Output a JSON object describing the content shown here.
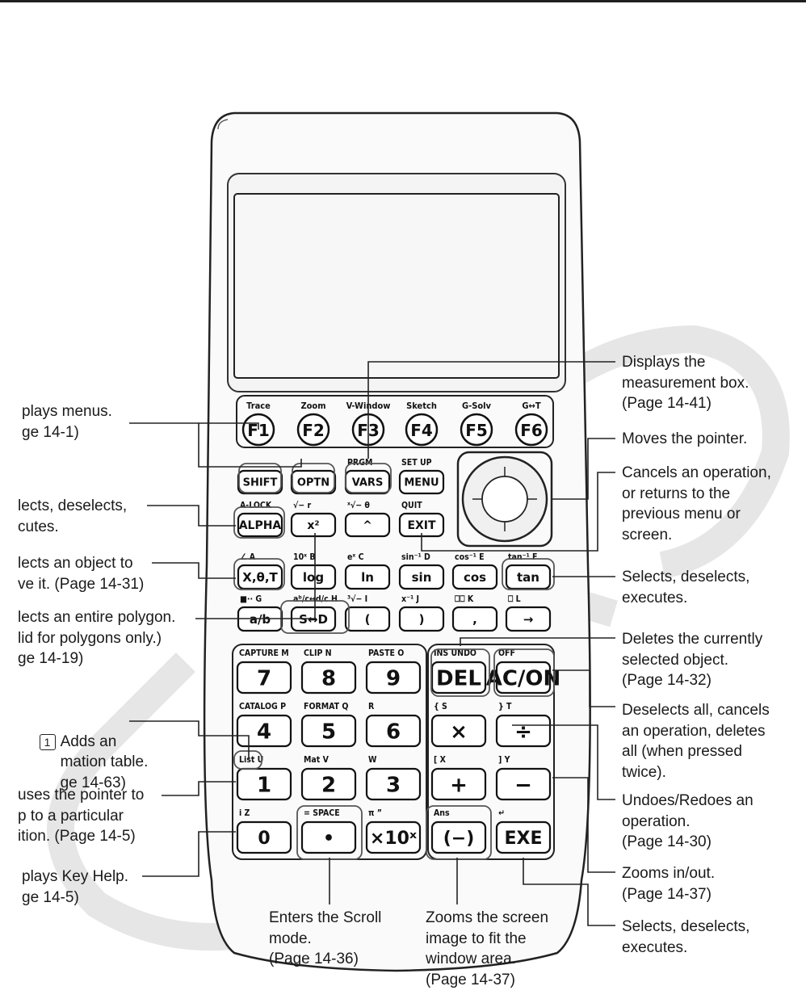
{
  "annotations": {
    "displays_menus": "plays menus.\nge 14-1)",
    "selects_deselects_left": "lects, deselects,\ncutes.",
    "selects_object_move": "lects an object to\nve it. (Page 14-31)",
    "selects_polygon": "lects an entire polygon.\nlid for polygons only.)\nge 14-19)",
    "adds_animation": "Adds an\nmation table.\nge 14-63)",
    "adds_animation_key": "1",
    "causes_pointer_jump": "uses the pointer to\np to a particular\nition. (Page 14-5)",
    "displays_key_help": "plays Key Help.\nge 14-5)",
    "measurement_box": "Displays the\nmeasurement box.\n(Page 14-41)",
    "moves_pointer": "Moves the pointer.",
    "cancels_operation": "Cancels an operation,\nor returns to the\nprevious menu or\nscreen.",
    "selects_deselects_tan": "Selects, deselects,\nexecutes.",
    "deletes_selected": "Deletes the currently\nselected object.\n(Page 14-32)",
    "deselects_all": "Deselects all, cancels\nan operation, deletes\nall (when pressed\ntwice).",
    "undo_redo": "Undoes/Redoes an\noperation.\n(Page 14-30)",
    "zooms_in_out": "Zooms in/out.\n(Page 14-37)",
    "selects_deselects_exe": "Selects, deselects,\nexecutes.",
    "scroll_mode": "Enters the Scroll\nmode.\n(Page 14-36)",
    "zoom_fit": "Zooms the screen\nimage to fit the\nwindow area.\n(Page 14-37)"
  },
  "calculator": {
    "fkeys": [
      {
        "label": "F1",
        "over": "Trace"
      },
      {
        "label": "F2",
        "over": "Zoom"
      },
      {
        "label": "F3",
        "over": "V-Window"
      },
      {
        "label": "F4",
        "over": "Sketch"
      },
      {
        "label": "F5",
        "over": "G-Solv"
      },
      {
        "label": "F6",
        "over": "G↔T"
      }
    ],
    "row1": [
      {
        "label": "SHIFT",
        "over": ""
      },
      {
        "label": "OPTN",
        "over": ""
      },
      {
        "label": "VARS",
        "over": "PRGM"
      },
      {
        "label": "MENU",
        "over": "SET UP"
      }
    ],
    "row2": [
      {
        "label": "ALPHA",
        "over": "A-LOCK"
      },
      {
        "label": "x²",
        "over": "√−   r"
      },
      {
        "label": "^",
        "over": "ˣ√−   θ"
      },
      {
        "label": "EXIT",
        "over": "QUIT"
      }
    ],
    "row3": [
      {
        "label": "X,θ,T",
        "over": "∠        A"
      },
      {
        "label": "log",
        "over": "10ˣ     B"
      },
      {
        "label": "ln",
        "over": "eˣ      C"
      },
      {
        "label": "sin",
        "over": "sin⁻¹   D"
      },
      {
        "label": "cos",
        "over": "cos⁻¹  E"
      },
      {
        "label": "tan",
        "over": "tan⁻¹  F"
      }
    ],
    "row4": [
      {
        "label": "a/b",
        "over": "■∙∙   G"
      },
      {
        "label": "S↔D",
        "over": "aᵇ/c↔d/c H"
      },
      {
        "label": "(",
        "over": "³√−     I"
      },
      {
        "label": ")",
        "over": "x⁻¹     J"
      },
      {
        "label": ",",
        "over": "⎕⎕     K"
      },
      {
        "label": "→",
        "over": "⎕       L"
      }
    ],
    "num1": [
      {
        "label": "7",
        "over": "CAPTURE  M"
      },
      {
        "label": "8",
        "over": "CLIP        N"
      },
      {
        "label": "9",
        "over": "PASTE      O"
      },
      {
        "label": "DEL",
        "over": "INS   UNDO"
      },
      {
        "label": "AC/ON",
        "over": "OFF"
      }
    ],
    "num2": [
      {
        "label": "4",
        "over": "CATALOG  P"
      },
      {
        "label": "5",
        "over": "FORMAT   Q"
      },
      {
        "label": "6",
        "over": "R"
      },
      {
        "label": "×",
        "over": "{          S"
      },
      {
        "label": "÷",
        "over": "}          T"
      }
    ],
    "num3": [
      {
        "label": "1",
        "over": "List      U"
      },
      {
        "label": "2",
        "over": "Mat        V"
      },
      {
        "label": "3",
        "over": "W"
      },
      {
        "label": "+",
        "over": "[          X"
      },
      {
        "label": "−",
        "over": "]          Y"
      }
    ],
    "num4": [
      {
        "label": "0",
        "over": "i         Z"
      },
      {
        "label": "•",
        "over": "=  SPACE"
      },
      {
        "label": "×10ˣ",
        "over": "π         ”"
      },
      {
        "label": "(−)",
        "over": "Ans"
      },
      {
        "label": "EXE",
        "over": "↵"
      }
    ]
  }
}
